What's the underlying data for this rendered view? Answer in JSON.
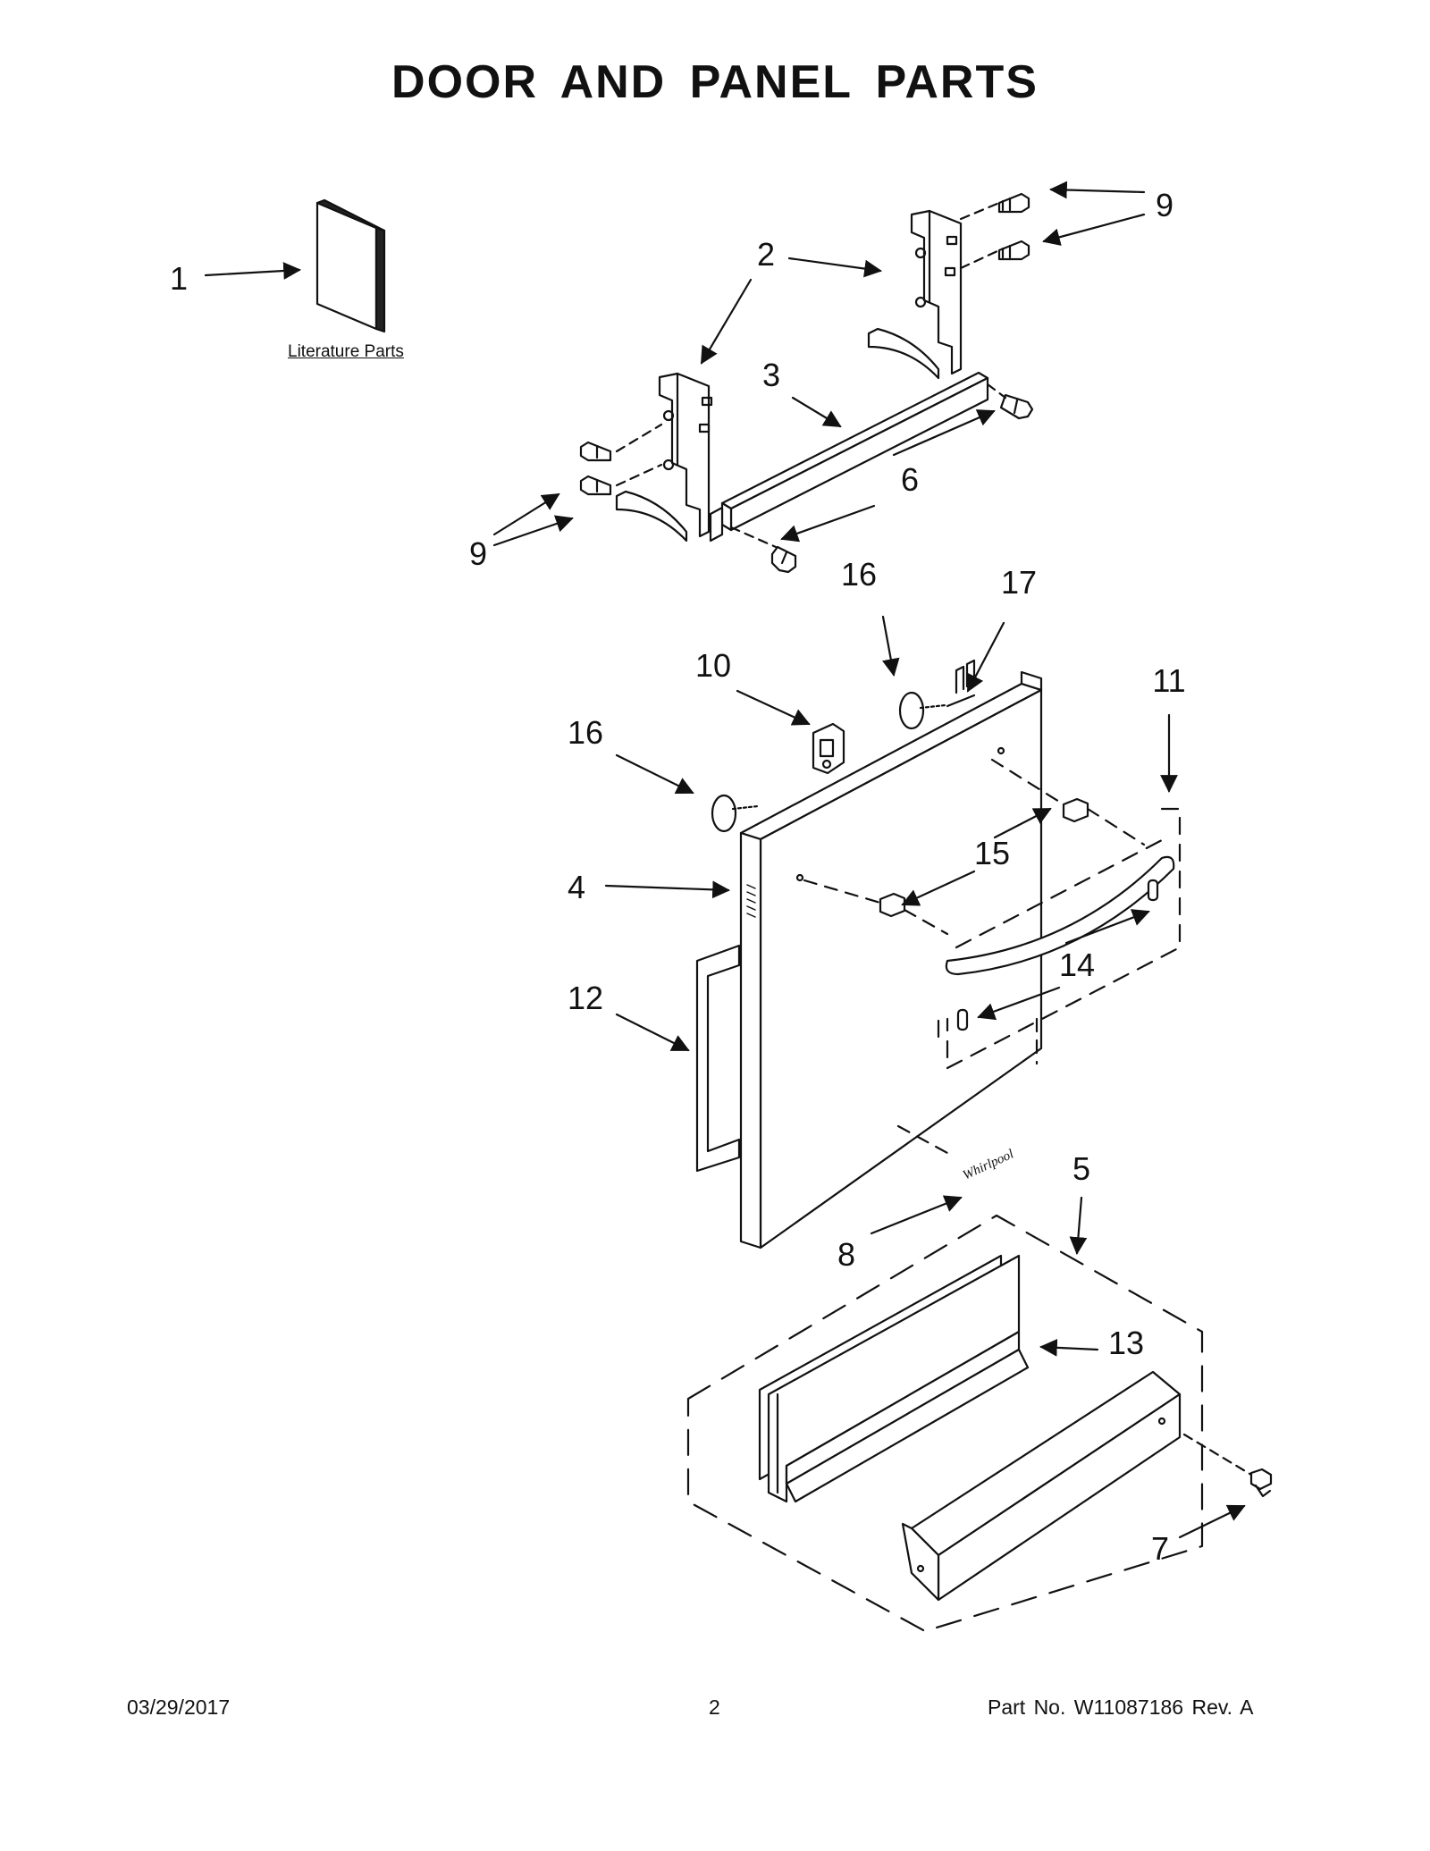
{
  "title": "DOOR AND PANEL PARTS",
  "literature_label": "Literature Parts",
  "callouts": {
    "c1": "1",
    "c2": "2",
    "c3": "3",
    "c4": "4",
    "c5": "5",
    "c6": "6",
    "c7": "7",
    "c8": "8",
    "c9a": "9",
    "c9b": "9",
    "c10": "10",
    "c11": "11",
    "c12": "12",
    "c13": "13",
    "c14": "14",
    "c15": "15",
    "c16a": "16",
    "c16b": "16",
    "c17": "17"
  },
  "logo_text": "Whirlpool",
  "footer": {
    "date": "03/29/2017",
    "page": "2",
    "part": "Part No.  W11087186   Rev.  A"
  }
}
